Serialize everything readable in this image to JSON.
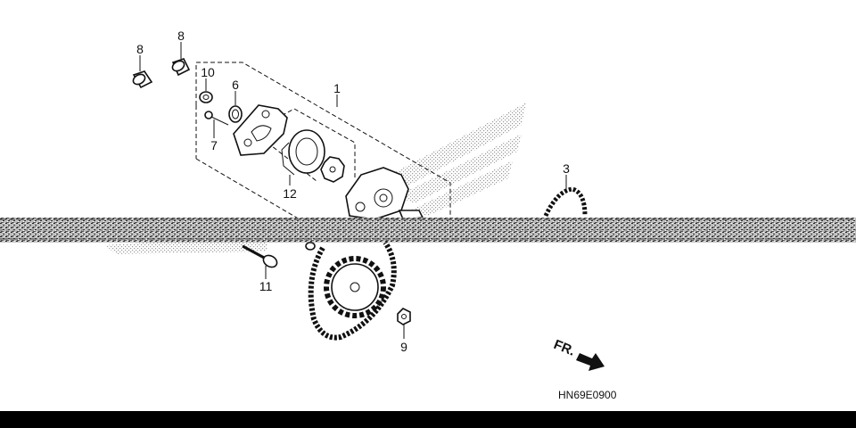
{
  "diagram": {
    "callouts": {
      "c1": "1",
      "c3": "3",
      "c6": "6",
      "c7": "7",
      "c8a": "8",
      "c8b": "8",
      "c9": "9",
      "c10": "10",
      "c11": "11",
      "c12": "12"
    },
    "direction_label": "FR.",
    "drawing_code": "HN69E0900"
  },
  "colors": {
    "ink": "#111111",
    "background": "#ffffff",
    "bottom_bar": "#000000"
  }
}
